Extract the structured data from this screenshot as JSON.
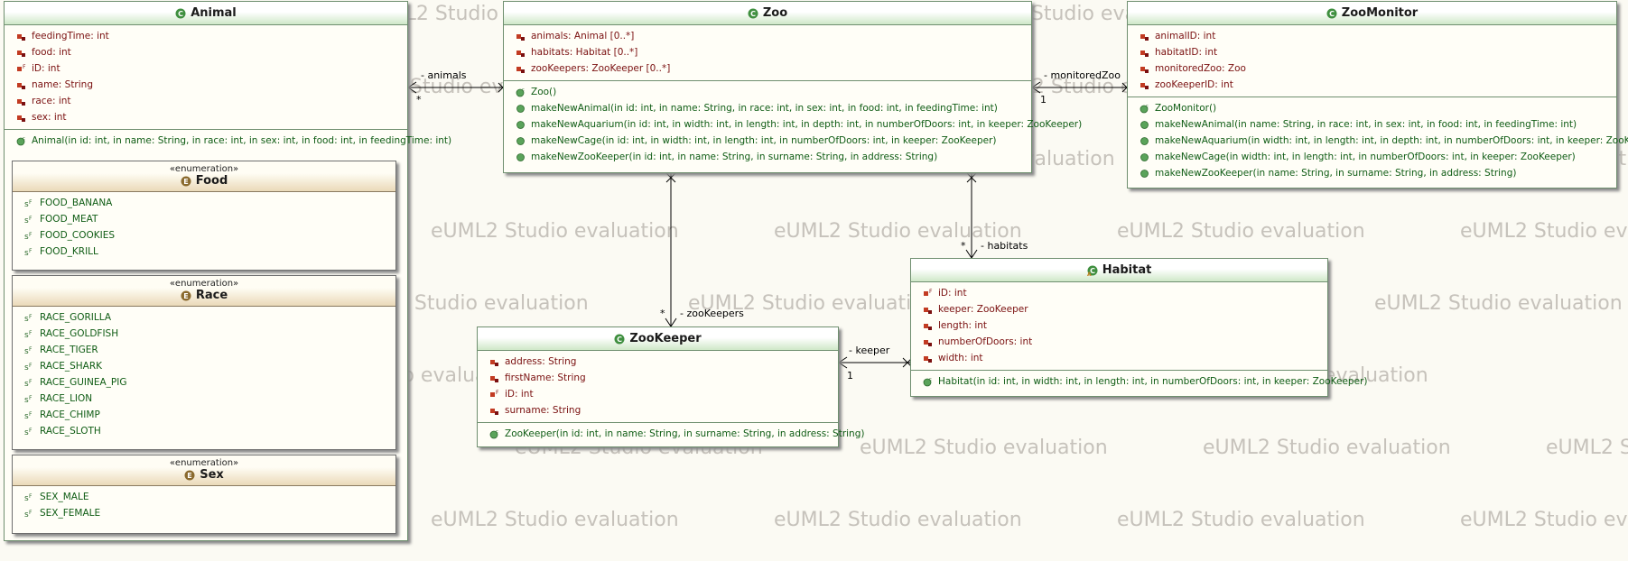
{
  "watermark_text": "eUML2 Studio evaluation",
  "classes": {
    "animal": {
      "name": "Animal",
      "attributes": [
        "feedingTime: int",
        "food: int",
        "iD: int",
        "name: String",
        "race: int",
        "sex: int"
      ],
      "methods": [
        "Animal(in id: int, in name: String, in race: int, in sex: int, in food: int, in feedingTime: int)"
      ]
    },
    "zoo": {
      "name": "Zoo",
      "attributes": [
        "animals: Animal [0..*]",
        "habitats: Habitat [0..*]",
        "zooKeepers: ZooKeeper [0..*]"
      ],
      "methods": [
        "Zoo()",
        "makeNewAnimal(in id: int, in name: String, in race: int, in sex: int, in food: int, in feedingTime: int)",
        "makeNewAquarium(in id: int, in width: int, in length: int, in depth: int, in numberOfDoors: int, in keeper: ZooKeeper)",
        "makeNewCage(in id: int, in width: int, in length: int, in numberOfDoors: int, in keeper: ZooKeeper)",
        "makeNewZooKeeper(in id: int, in name: String, in surname: String, in address: String)"
      ]
    },
    "zoomonitor": {
      "name": "ZooMonitor",
      "attributes": [
        "animalID: int",
        "habitatID: int",
        "monitoredZoo: Zoo",
        "zooKeeperID: int"
      ],
      "methods": [
        "ZooMonitor()",
        "makeNewAnimal(in name: String, in race: int, in sex: int, in food: int, in feedingTime: int)",
        "makeNewAquarium(in width: int, in length: int, in depth: int, in numberOfDoors: int, in keeper: ZooKeeper)",
        "makeNewCage(in width: int, in length: int, in numberOfDoors: int, in keeper: ZooKeeper)",
        "makeNewZooKeeper(in name: String, in surname: String, in address: String)"
      ]
    },
    "habitat": {
      "name": "Habitat",
      "attributes": [
        "iD: int",
        "keeper: ZooKeeper",
        "length: int",
        "numberOfDoors: int",
        "width: int"
      ],
      "methods": [
        "Habitat(in id: int, in width: int, in length: int, in numberOfDoors: int, in keeper: ZooKeeper)"
      ]
    },
    "zookeeper": {
      "name": "ZooKeeper",
      "attributes": [
        "address: String",
        "firstName: String",
        "iD: int",
        "surname: String"
      ],
      "methods": [
        "ZooKeeper(in id: int, in name: String, in surname: String, in address: String)"
      ]
    }
  },
  "enums": {
    "food": {
      "stereotype": "«enumeration»",
      "name": "Food",
      "literals": [
        "FOOD_BANANA",
        "FOOD_MEAT",
        "FOOD_COOKIES",
        "FOOD_KRILL"
      ]
    },
    "race": {
      "stereotype": "«enumeration»",
      "name": "Race",
      "literals": [
        "RACE_GORILLA",
        "RACE_GOLDFISH",
        "RACE_TIGER",
        "RACE_SHARK",
        "RACE_GUINEA_PIG",
        "RACE_LION",
        "RACE_CHIMP",
        "RACE_SLOTH"
      ]
    },
    "sex": {
      "stereotype": "«enumeration»",
      "name": "Sex",
      "literals": [
        "SEX_MALE",
        "SEX_FEMALE"
      ]
    }
  },
  "associations": {
    "animals": {
      "role": "- animals",
      "multiplicity": "*"
    },
    "monitored_zoo": {
      "role": "- monitoredZoo",
      "multiplicity": "1"
    },
    "zoo_keepers": {
      "role": "- zooKeepers",
      "multiplicity": "*"
    },
    "habitats": {
      "role": "- habitats",
      "multiplicity": "*"
    },
    "keeper": {
      "role": "- keeper",
      "multiplicity": "1"
    }
  }
}
